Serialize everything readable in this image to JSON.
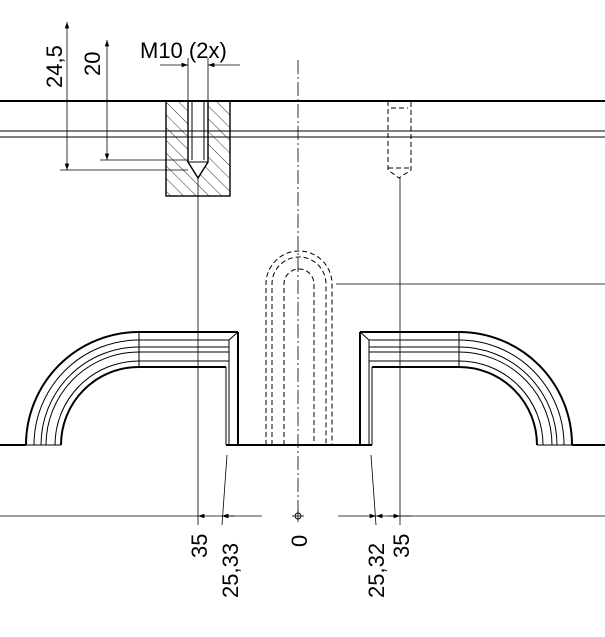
{
  "drawing": {
    "thread_callout": "M10 (2x)",
    "vertical_dimensions": [
      "24,5",
      "20"
    ],
    "horizontal_dimensions": [
      "35",
      "25,33",
      "0",
      "25,32",
      "35"
    ]
  },
  "colors": {
    "line": "#000000",
    "background": "#ffffff"
  }
}
